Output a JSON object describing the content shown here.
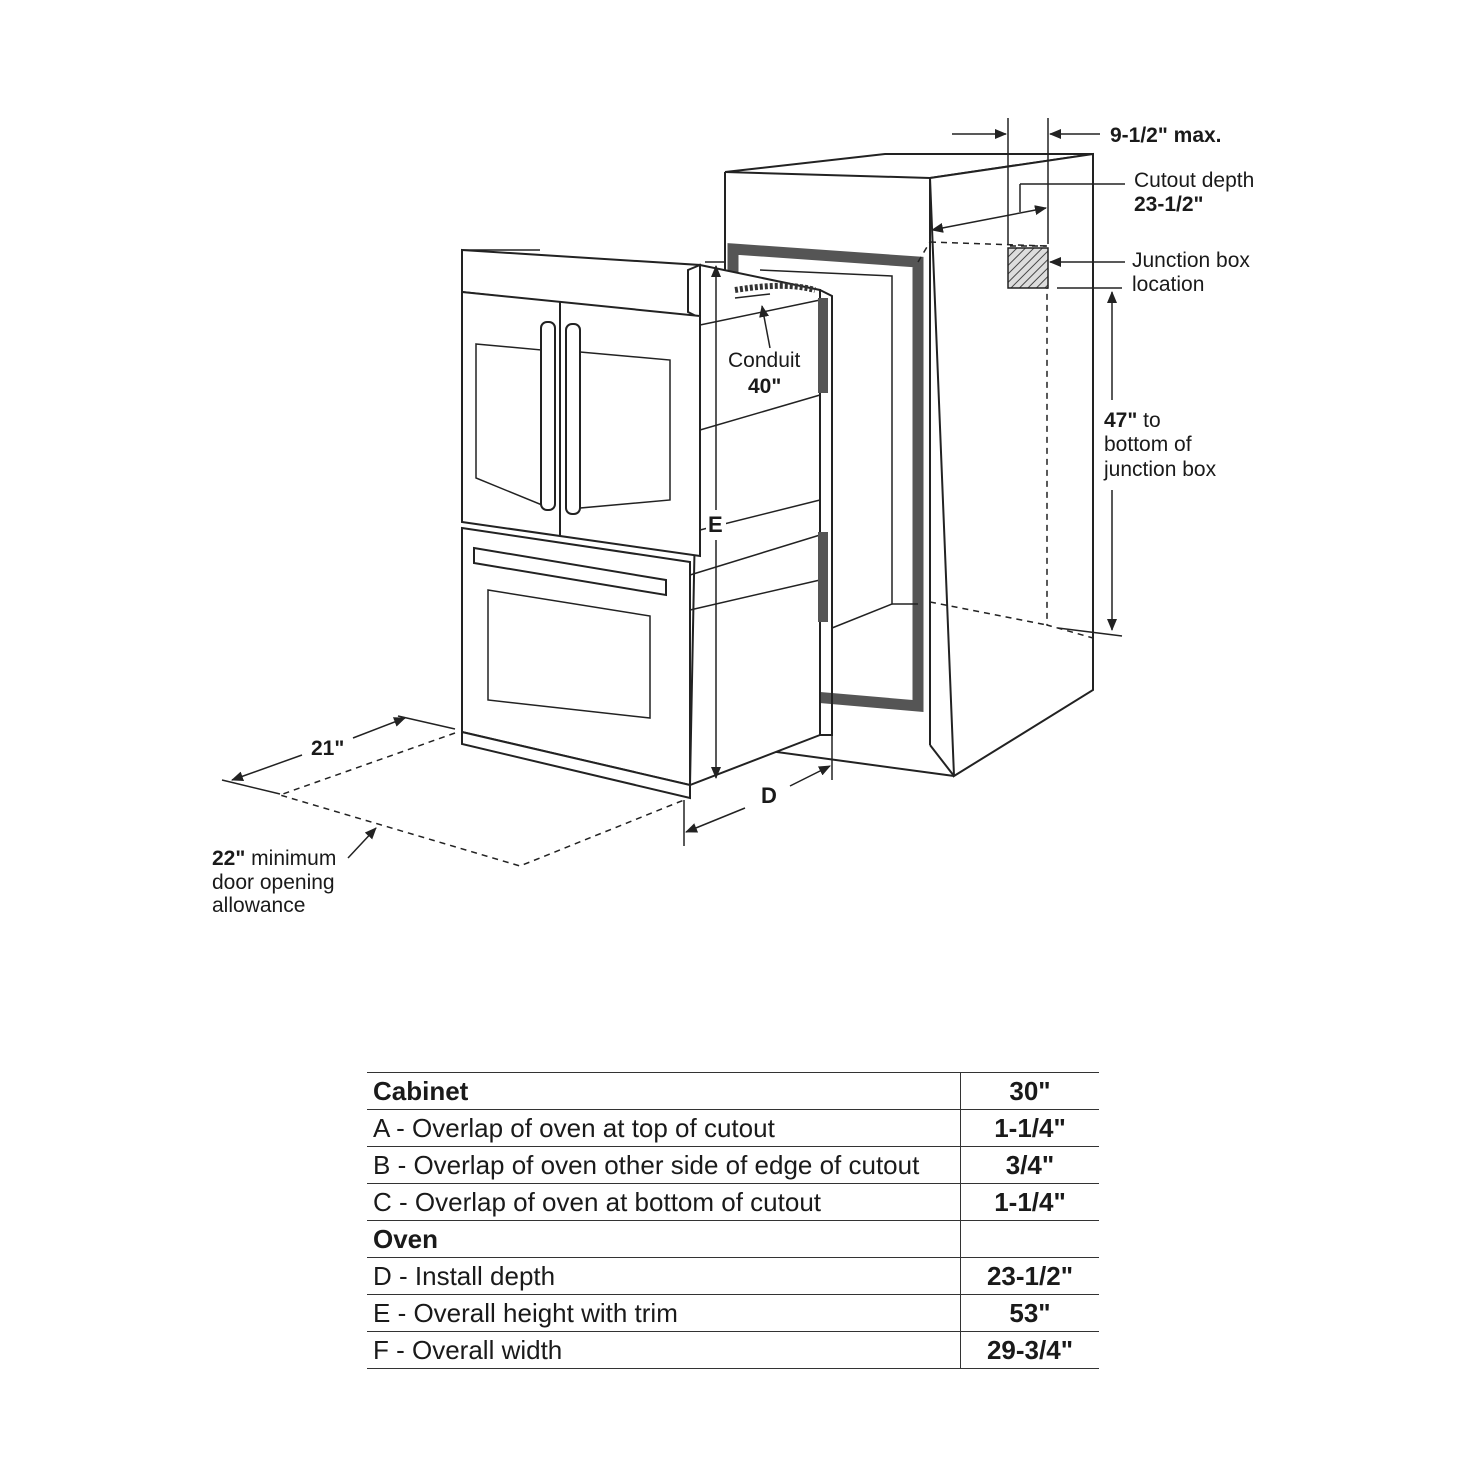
{
  "diagram": {
    "labels": {
      "max_width": "9-1/2\" max.",
      "cutout_depth_title": "Cutout depth",
      "cutout_depth_value": "23-1/2\"",
      "junction_box_1": "Junction box",
      "junction_box_2": "location",
      "height_value": "47\"",
      "height_to": " to",
      "height_2": "bottom of",
      "height_3": "junction box",
      "conduit_title": "Conduit",
      "conduit_value": "40\"",
      "dim_e": "E",
      "dim_d": "D",
      "dim_21": "21\"",
      "door_value": "22\"",
      "door_1": " minimum",
      "door_2": "door opening",
      "door_3": "allowance"
    }
  },
  "table": {
    "rows": [
      {
        "label": "Cabinet",
        "value": "30\"",
        "section": true
      },
      {
        "label": "A - Overlap of oven at top of cutout",
        "value": "1-1/4\"",
        "section": false
      },
      {
        "label": "B - Overlap of oven other side of edge of cutout",
        "value": "3/4\"",
        "section": false
      },
      {
        "label": "C - Overlap of oven at bottom of cutout",
        "value": "1-1/4\"",
        "section": false
      },
      {
        "label": "Oven",
        "value": "",
        "section": true
      },
      {
        "label": "D - Install depth",
        "value": "23-1/2\"",
        "section": false
      },
      {
        "label": "E - Overall height with trim",
        "value": "53\"",
        "section": false
      },
      {
        "label": "F - Overall width",
        "value": "29-3/4\"",
        "section": false
      }
    ]
  }
}
